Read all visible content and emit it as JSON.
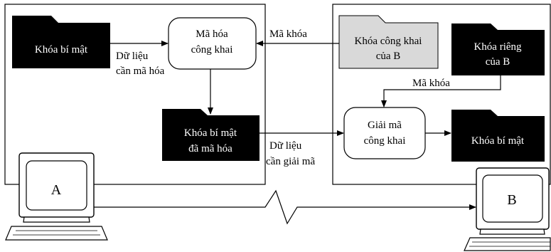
{
  "computer_a": {
    "label": "A"
  },
  "computer_b": {
    "label": "B"
  },
  "sender": {
    "secret_key_folder": "Khóa bí mật",
    "data_to_encrypt_label": [
      "Dữ liệu",
      "cần mã hóa"
    ],
    "encrypt_process": [
      "Mã hóa",
      "công khai"
    ],
    "encrypted_key_folder": [
      "Khóa bí mật",
      "đã mã hóa"
    ]
  },
  "receiver": {
    "public_key_folder": [
      "Khóa công khai",
      "của B"
    ],
    "private_key_folder": [
      "Khóa riêng",
      "của B"
    ],
    "key_label_inner": "Mã khóa",
    "decrypt_process": [
      "Giải mã",
      "công khai"
    ],
    "decrypted_key_folder": "Khóa bí mật"
  },
  "links": {
    "key_label_top": "Mã khóa",
    "data_to_decrypt_label": [
      "Dữ liệu",
      "cần giải mã"
    ]
  },
  "colors": {
    "folder_dark": "#000000",
    "folder_light": "#d9d9d9",
    "line": "#000000"
  }
}
